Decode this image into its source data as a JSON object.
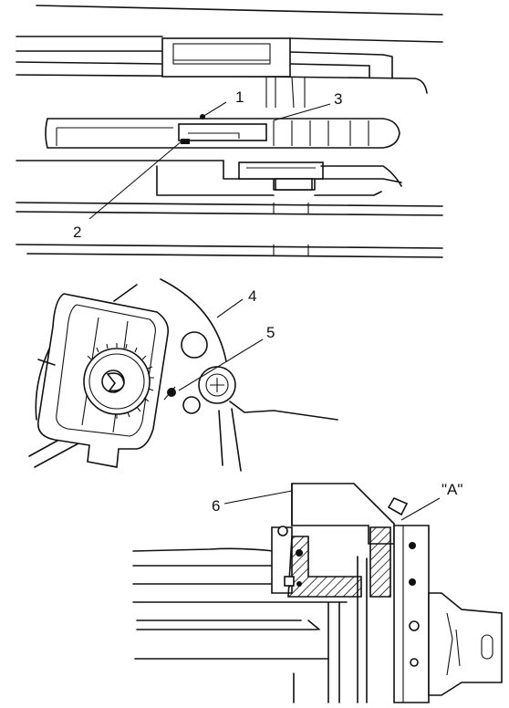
{
  "callouts": {
    "c1": "1",
    "c2": "2",
    "c3": "3",
    "c4": "4",
    "c5": "5",
    "c6": "6",
    "cA": "\"A\""
  }
}
